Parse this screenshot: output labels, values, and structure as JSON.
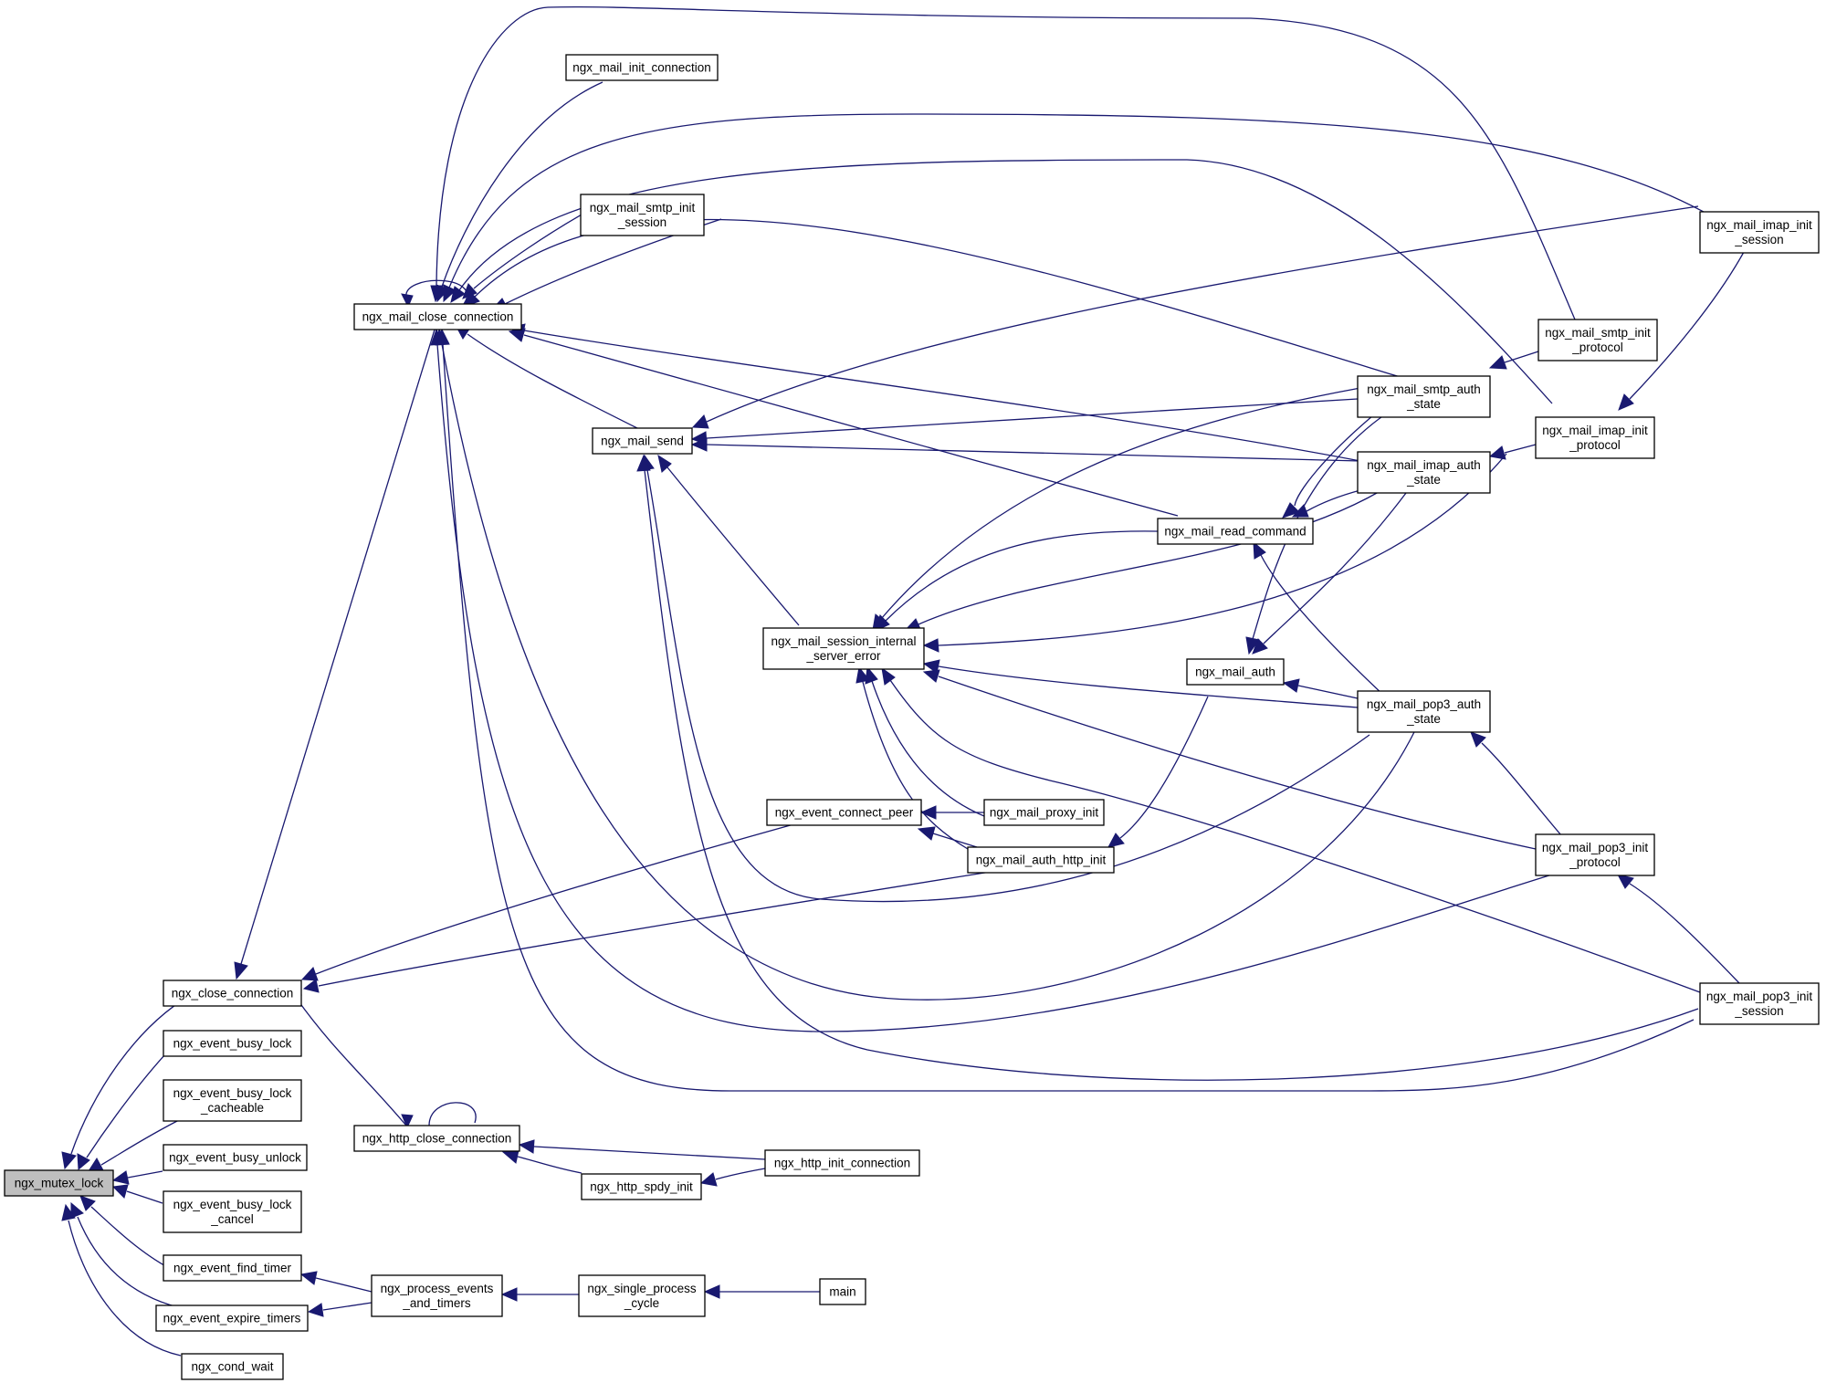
{
  "graph": {
    "root": "ngx_mutex_lock",
    "nodes": [
      {
        "id": "mutex_lock",
        "lines": [
          "ngx_mutex_lock"
        ],
        "root": true
      },
      {
        "id": "close_connection",
        "lines": [
          "ngx_close_connection"
        ]
      },
      {
        "id": "busy_lock",
        "lines": [
          "ngx_event_busy_lock"
        ]
      },
      {
        "id": "busy_lock_cacheable",
        "lines": [
          "ngx_event_busy_lock",
          "_cacheable"
        ]
      },
      {
        "id": "busy_unlock",
        "lines": [
          "ngx_event_busy_unlock"
        ]
      },
      {
        "id": "busy_lock_cancel",
        "lines": [
          "ngx_event_busy_lock",
          "_cancel"
        ]
      },
      {
        "id": "find_timer",
        "lines": [
          "ngx_event_find_timer"
        ]
      },
      {
        "id": "expire_timers",
        "lines": [
          "ngx_event_expire_timers"
        ]
      },
      {
        "id": "cond_wait",
        "lines": [
          "ngx_cond_wait"
        ]
      },
      {
        "id": "mail_close_connection",
        "lines": [
          "ngx_mail_close_connection"
        ]
      },
      {
        "id": "http_close_connection",
        "lines": [
          "ngx_http_close_connection"
        ]
      },
      {
        "id": "process_events",
        "lines": [
          "ngx_process_events",
          "_and_timers"
        ]
      },
      {
        "id": "mail_init_connection",
        "lines": [
          "ngx_mail_init_connection"
        ]
      },
      {
        "id": "mail_smtp_init_session",
        "lines": [
          "ngx_mail_smtp_init",
          "_session"
        ]
      },
      {
        "id": "mail_send",
        "lines": [
          "ngx_mail_send"
        ]
      },
      {
        "id": "mail_session_ise",
        "lines": [
          "ngx_mail_session_internal",
          "_server_error"
        ]
      },
      {
        "id": "event_connect_peer",
        "lines": [
          "ngx_event_connect_peer"
        ]
      },
      {
        "id": "http_spdy_init",
        "lines": [
          "ngx_http_spdy_init"
        ]
      },
      {
        "id": "single_process_cycle",
        "lines": [
          "ngx_single_process",
          "_cycle"
        ]
      },
      {
        "id": "http_init_connection",
        "lines": [
          "ngx_http_init_connection"
        ]
      },
      {
        "id": "main",
        "lines": [
          "main"
        ]
      },
      {
        "id": "mail_proxy_init",
        "lines": [
          "ngx_mail_proxy_init"
        ]
      },
      {
        "id": "mail_auth_http_init",
        "lines": [
          "ngx_mail_auth_http_init"
        ]
      },
      {
        "id": "mail_read_command",
        "lines": [
          "ngx_mail_read_command"
        ]
      },
      {
        "id": "mail_auth",
        "lines": [
          "ngx_mail_auth"
        ]
      },
      {
        "id": "mail_smtp_auth_state",
        "lines": [
          "ngx_mail_smtp_auth",
          "_state"
        ]
      },
      {
        "id": "mail_imap_auth_state",
        "lines": [
          "ngx_mail_imap_auth",
          "_state"
        ]
      },
      {
        "id": "mail_pop3_auth_state",
        "lines": [
          "ngx_mail_pop3_auth",
          "_state"
        ]
      },
      {
        "id": "mail_smtp_init_protocol",
        "lines": [
          "ngx_mail_smtp_init",
          "_protocol"
        ]
      },
      {
        "id": "mail_imap_init_protocol",
        "lines": [
          "ngx_mail_imap_init",
          "_protocol"
        ]
      },
      {
        "id": "mail_pop3_init_protocol",
        "lines": [
          "ngx_mail_pop3_init",
          "_protocol"
        ]
      },
      {
        "id": "mail_imap_init_session",
        "lines": [
          "ngx_mail_imap_init",
          "_session"
        ]
      },
      {
        "id": "mail_pop3_init_session",
        "lines": [
          "ngx_mail_pop3_init",
          "_session"
        ]
      }
    ]
  },
  "colors": {
    "edge": "#191970",
    "node_border": "#000000",
    "node_fill": "#ffffff",
    "root_fill": "#bfbfbf"
  }
}
